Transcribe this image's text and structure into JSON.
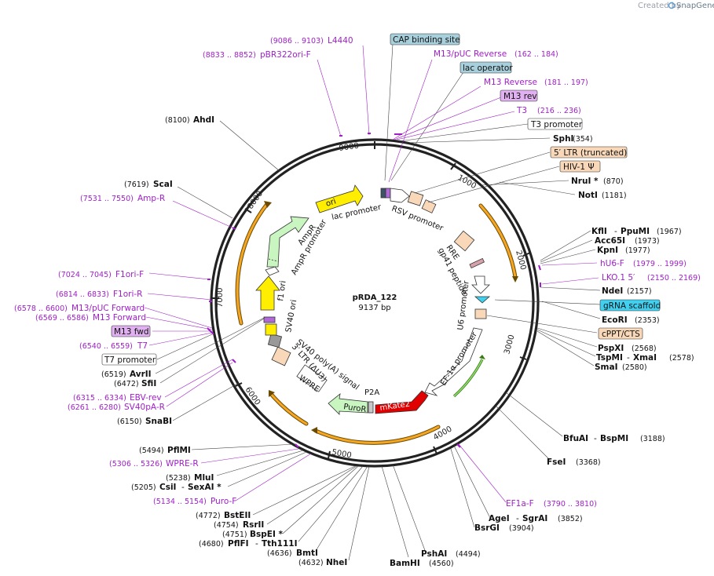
{
  "branding": {
    "created_by": "Created by",
    "product": "SnapGene"
  },
  "plasmid": {
    "name": "pRDA_122",
    "size": "9137 bp"
  },
  "ticks": [
    "1000",
    "2000",
    "3000",
    "4000",
    "5000",
    "6000",
    "7000",
    "8000",
    "9000"
  ],
  "arc_labels": {
    "ori": "ori",
    "lac_promoter": "lac promoter",
    "rsv_promoter": "RSV promoter",
    "rre": "RRE",
    "gp41": "gp41 peptide",
    "u6": "U6 promoter",
    "ef1a": "EF-1α promoter",
    "ampr": "AmpR",
    "ampr_promoter": "AmpR promoter",
    "f1_ori": "f1 ori",
    "sv40_ori": "SV40 ori",
    "sv40_polya": "SV40 poly(A) signal",
    "ltr": "3′ LTR (ΔU3)",
    "wpre": "WPRE",
    "puror": "PuroR",
    "p2a": "P2A",
    "mkate2": "mKate2"
  },
  "callouts": {
    "l4440": {
      "name": "L4440",
      "range": "(9086 .. 9103)"
    },
    "pbr322": {
      "name": "pBR322ori-F",
      "range": "(8833 .. 8852)"
    },
    "ahdi": {
      "name": "AhdI",
      "pos": "(8100)"
    },
    "scai": {
      "name": "ScaI",
      "pos": "(7619)"
    },
    "ampr_primer": {
      "name": "Amp-R",
      "range": "(7531 .. 7550)"
    },
    "f1ori_f": {
      "name": "F1ori-F",
      "range": "(7024 .. 7045)"
    },
    "f1ori_r": {
      "name": "F1ori-R",
      "range": "(6814 .. 6833)"
    },
    "m13puc_fwd": {
      "name": "M13/pUC Forward",
      "range": "(6578 .. 6600)"
    },
    "m13_fwd_primer": {
      "name": "M13 Forward",
      "range": "(6569 .. 6586)"
    },
    "m13_fwd_box": "M13 fwd",
    "t7": {
      "name": "T7",
      "range": "(6540 .. 6559)"
    },
    "t7_promoter": "T7 promoter",
    "avrii": {
      "name": "AvrII",
      "pos": "(6519)"
    },
    "sfii": {
      "name": "SfiI",
      "pos": "(6472)"
    },
    "ebv_rev": {
      "name": "EBV-rev",
      "range": "(6315 .. 6334)"
    },
    "sv40pa_r": {
      "name": "SV40pA-R",
      "range": "(6261 .. 6280)"
    },
    "snabi": {
      "name": "SnaBI",
      "pos": "(6150)"
    },
    "pflmi": {
      "name": "PflMI",
      "pos": "(5494)"
    },
    "wpre_r": {
      "name": "WPRE-R",
      "range": "(5306 .. 5326)"
    },
    "mlui": {
      "name": "MluI",
      "pos": "(5238)"
    },
    "csii": {
      "name": "CsiI",
      "name2": "SexAI *",
      "pos": "(5205)"
    },
    "puro_f": {
      "name": "Puro-F",
      "range": "(5134 .. 5154)"
    },
    "bsteii": {
      "name": "BstEII",
      "pos": "(4772)"
    },
    "rsrii": {
      "name": "RsrII",
      "pos": "(4754)"
    },
    "bspei": {
      "name": "BspEI *",
      "pos": "(4751)"
    },
    "pflfi": {
      "name": "PflFI",
      "name2": "Tth111I",
      "pos": "(4680)"
    },
    "bmti": {
      "name": "BmtI",
      "pos": "(4636)"
    },
    "nhei": {
      "name": "NheI",
      "pos": "(4632)"
    },
    "bamhi": {
      "name": "BamHI",
      "pos": "(4560)"
    },
    "pshai": {
      "name": "PshAI",
      "pos": "(4494)"
    },
    "cap_site": "CAP binding site",
    "m13puc_rev": {
      "name": "M13/pUC Reverse",
      "range": "(162 .. 184)"
    },
    "lac_operator": "lac operator",
    "m13_reverse": {
      "name": "M13 Reverse",
      "range": "(181 .. 197)"
    },
    "m13_rev_box": "M13 rev",
    "t3": {
      "name": "T3",
      "range": "(216 .. 236)"
    },
    "t3_promoter": "T3 promoter",
    "sphi": {
      "name": "SphI",
      "pos": "(354)"
    },
    "ltr5": "5′ LTR (truncated)",
    "hiv": "HIV-1 Ψ",
    "nrui": {
      "name": "NruI *",
      "pos": "(870)"
    },
    "noti": {
      "name": "NotI",
      "pos": "(1181)"
    },
    "kfli": {
      "name": "KflI",
      "name2": "PpuMI",
      "pos": "(1967)"
    },
    "acc65i": {
      "name": "Acc65I",
      "pos": "(1973)"
    },
    "kpni": {
      "name": "KpnI",
      "pos": "(1977)"
    },
    "hu6_f": {
      "name": "hU6-F",
      "range": "(1979 .. 1999)"
    },
    "lko": {
      "name": "LKO.1 5′",
      "range": "(2150 .. 2169)"
    },
    "ndei": {
      "name": "NdeI",
      "pos": "(2157)"
    },
    "grna": "gRNA scaffold",
    "ecori": {
      "name": "EcoRI",
      "pos": "(2353)"
    },
    "cppt": "cPPT/CTS",
    "pspxi": {
      "name": "PspXI",
      "pos": "(2568)"
    },
    "tspmi": {
      "name": "TspMI",
      "name2": "XmaI",
      "pos": "(2578)"
    },
    "smai": {
      "name": "SmaI",
      "pos": "(2580)"
    },
    "bfuai": {
      "name": "BfuAI",
      "name2": "BspMI",
      "pos": "(3188)"
    },
    "fsei": {
      "name": "FseI",
      "pos": "(3368)"
    },
    "ef1a_f": {
      "name": "EF1a-F",
      "range": "(3790 .. 3810)"
    },
    "agei": {
      "name": "AgeI",
      "name2": "SgrAI",
      "pos": "(3852)"
    },
    "bsrgi": {
      "name": "BsrGI",
      "pos": "(3904)"
    }
  },
  "colors": {
    "primer": "#a020c8",
    "enzyme": "#000000",
    "orf_orange": "#f5a623",
    "ori_yellow": "#ffee00",
    "ampr_green": "#c8f5c0",
    "mkate_red": "#e00000",
    "misc_peach": "#f8d8b8",
    "cap_blue": "#a8d0dc",
    "grna_cyan": "#40d0f0"
  }
}
